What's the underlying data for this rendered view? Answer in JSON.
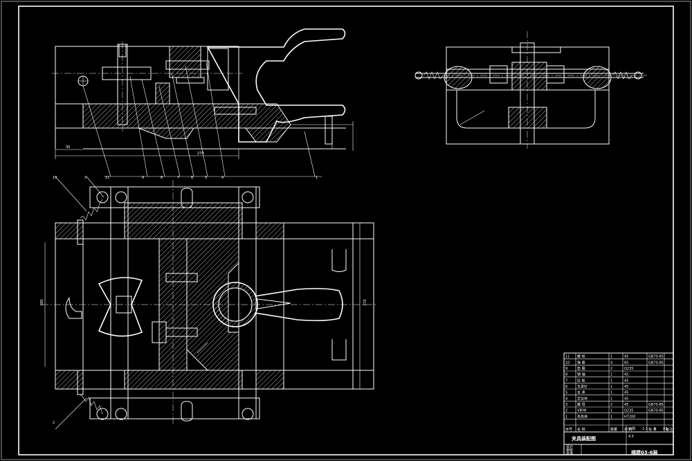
{
  "title_block": {
    "drawing_name": "夹具装配图",
    "drawing_no": "福建03-6装",
    "sheet": "A1",
    "quantity": "1",
    "scale_label": "比例",
    "scale": "1:1",
    "weight": "4.5",
    "rows_left": [
      "设计",
      "审核",
      "批准"
    ]
  },
  "bom": {
    "header": [
      "序号",
      "名 称",
      "数量",
      "材 料",
      "标 准",
      "备注"
    ],
    "rows": [
      [
        "11",
        "螺 栓",
        "1",
        "45",
        "GB70-85",
        ""
      ],
      [
        "10",
        "弹 簧",
        "4",
        "65",
        "GB70-85",
        ""
      ],
      [
        "9",
        "垫 圈",
        "2",
        "Q235",
        "",
        ""
      ],
      [
        "8",
        "销 轴",
        "1",
        "45",
        "",
        ""
      ],
      [
        "7",
        "压 板",
        "1",
        "45",
        "",
        ""
      ],
      [
        "6",
        "支承钉",
        "1",
        "45",
        "",
        ""
      ],
      [
        "5",
        "支 承",
        "1",
        "45",
        "",
        ""
      ],
      [
        "4",
        "定位块",
        "1",
        "45",
        "",
        ""
      ],
      [
        "3",
        "螺 母",
        "2",
        "45",
        "GB70-85",
        ""
      ],
      [
        "2",
        "V形块",
        "1",
        "Q235",
        "GB70-85",
        ""
      ],
      [
        "1",
        "夹具体",
        "1",
        "HT200",
        "",
        ""
      ]
    ]
  },
  "balloons": [
    "1",
    "2",
    "3",
    "4",
    "5",
    "6",
    "7",
    "8",
    "9",
    "10",
    "11"
  ],
  "dims": {
    "front_len": "270",
    "front_left": "30",
    "plan_height": "380",
    "plan_side": "370"
  }
}
